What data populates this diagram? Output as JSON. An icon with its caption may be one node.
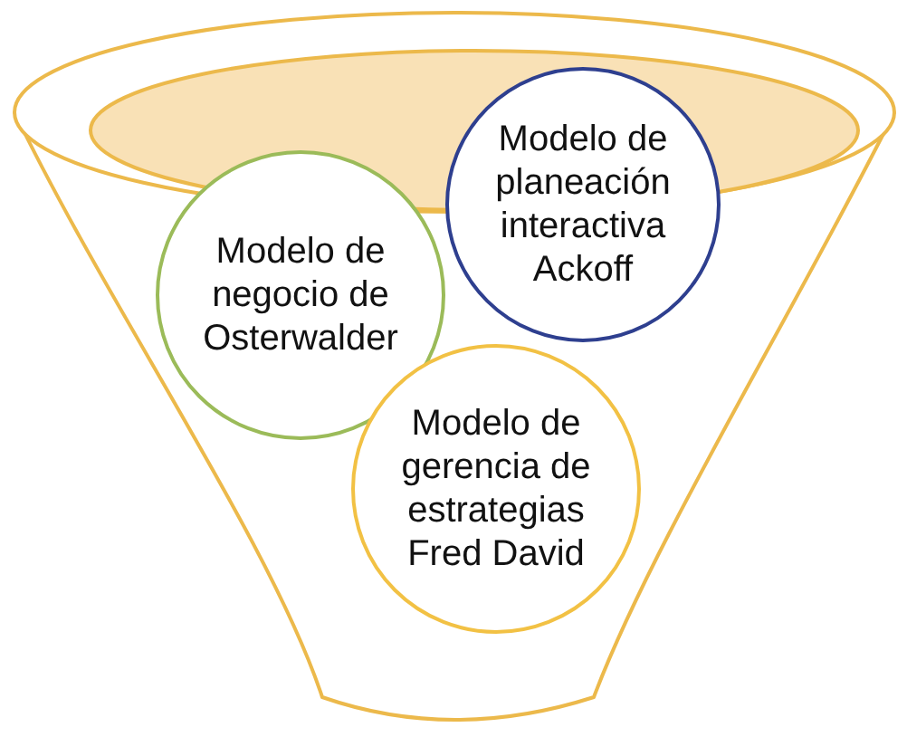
{
  "diagram": {
    "nodes": [
      {
        "text": [
          "Modelo de planeación interactiva Ackoff"
        ]
      },
      {
        "text": [
          "Modelo de negocio de Osterwalder"
        ]
      },
      {
        "text": [
          "Modelo de gerencia de estrategias Fred David"
        ]
      }
    ],
    "edges": []
  }
}
